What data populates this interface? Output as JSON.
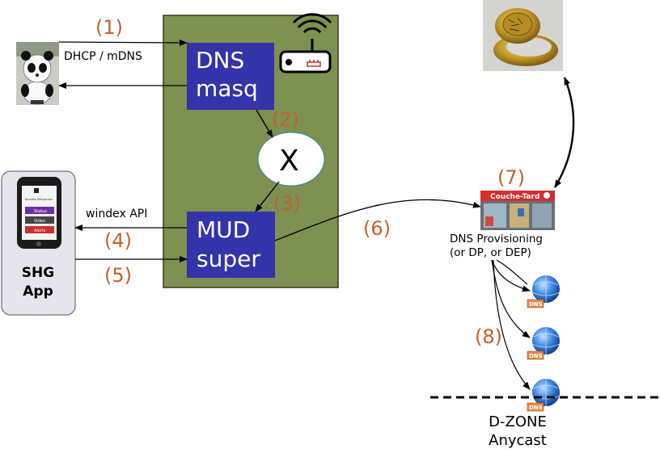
{
  "steps": {
    "s1": "(1)",
    "s2": "(2)",
    "s3": "(3)",
    "s4": "(4)",
    "s5": "(5)",
    "s6": "(6)",
    "s7": "(7)",
    "s8": "(8)"
  },
  "labels": {
    "dhcp": "DHCP / mDNS",
    "dns_line1": "DNS",
    "dns_line2": "masq",
    "filter": "X",
    "mud_line1": "MUD",
    "mud_line2": "super",
    "windex": "windex API",
    "shg_line1": "SHG",
    "shg_line2": "App",
    "prov_line1": "DNS Provisioning",
    "prov_line2": "(or DP, or DEP)",
    "dzone_line1": "D-ZONE",
    "dzone_line2": "Anycast",
    "store_sign": "Couche-Tard",
    "dns_badge": "DNS",
    "phone_header": "Business Refrigerator",
    "phone_status": "Status",
    "phone_video": "Video",
    "phone_alerts": "Alerts"
  },
  "colors": {
    "router_box": "#7d9150",
    "blue_box": "#3333aa",
    "step_number": "#c0622b",
    "arrow": "#000000",
    "phone_purple": "#6b2fa8",
    "phone_red": "#d02d2d",
    "globe": "#2a6fd6",
    "dns_tag": "#e9874a"
  },
  "icons": [
    "wifi-router-icon",
    "panda-device-icon",
    "smartphone-icon",
    "gold-ring-image",
    "store-image",
    "dns-globe-icon"
  ]
}
